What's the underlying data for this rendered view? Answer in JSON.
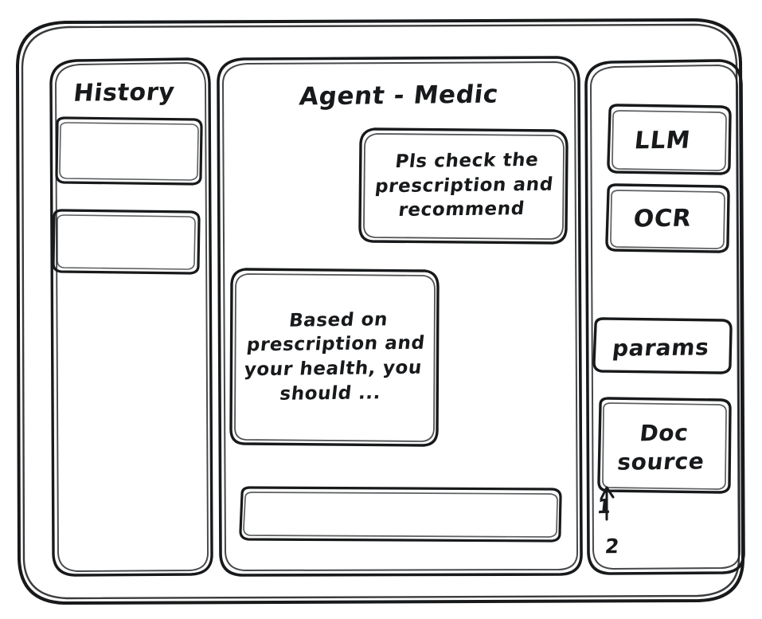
{
  "window": {
    "frame_label": "app-window"
  },
  "sidebar_left": {
    "title": "History",
    "items": [
      {
        "label": ""
      },
      {
        "label": ""
      }
    ]
  },
  "main": {
    "title": "Agent - Medic",
    "messages": [
      {
        "role": "user",
        "text": "Pls check the prescription and recommend"
      },
      {
        "role": "agent",
        "text": "Based on prescription and your health, you should ..."
      }
    ],
    "composer": {
      "value": "",
      "placeholder": ""
    }
  },
  "sidebar_right": {
    "tools": [
      {
        "label": "LLM"
      },
      {
        "label": "OCR"
      }
    ],
    "params_label": "params",
    "doc_source_label": "Doc source",
    "doc_source_refs": [
      "1",
      "2"
    ]
  },
  "colors": {
    "ink": "#17191b",
    "paper": "#ffffff"
  }
}
